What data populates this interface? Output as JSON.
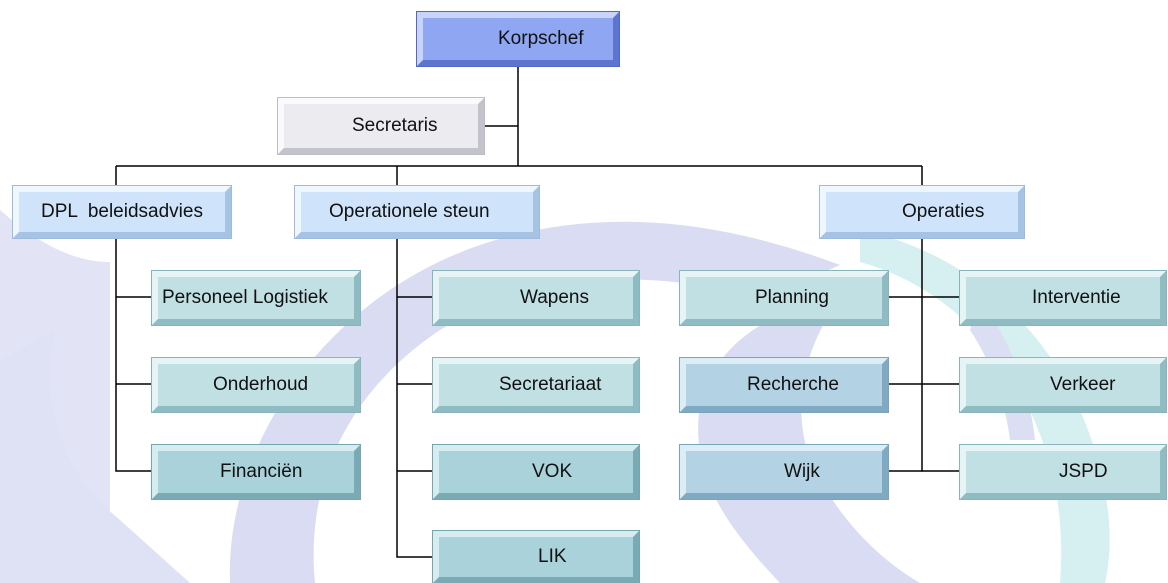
{
  "nodes": {
    "korpschef": "Korpschef",
    "secretaris": "Secretaris",
    "dpl": "DPL  beleidsadvies",
    "operationele_steun": "Operationele steun",
    "operaties": "Operaties",
    "personeel_logistiek": "Personeel Logistiek",
    "onderhoud": "Onderhoud",
    "financien": "Financiën",
    "wapens": "Wapens",
    "secretariaat": "Secretariaat",
    "vok": "VOK",
    "lik": "LIK",
    "planning": "Planning",
    "recherche": "Recherche",
    "wijk": "Wijk",
    "interventie": "Interventie",
    "verkeer": "Verkeer",
    "jspd": "JSPD"
  },
  "colors": {
    "root": "#8fa6f2",
    "assistant": "#ececf0",
    "department": "#cfe4fa",
    "unit": "#c1e0e4",
    "unit_dark": "#aad2da",
    "unit_steel": "#b3d2e3",
    "watermark": "#d9dcf3",
    "connector": "#000000"
  }
}
